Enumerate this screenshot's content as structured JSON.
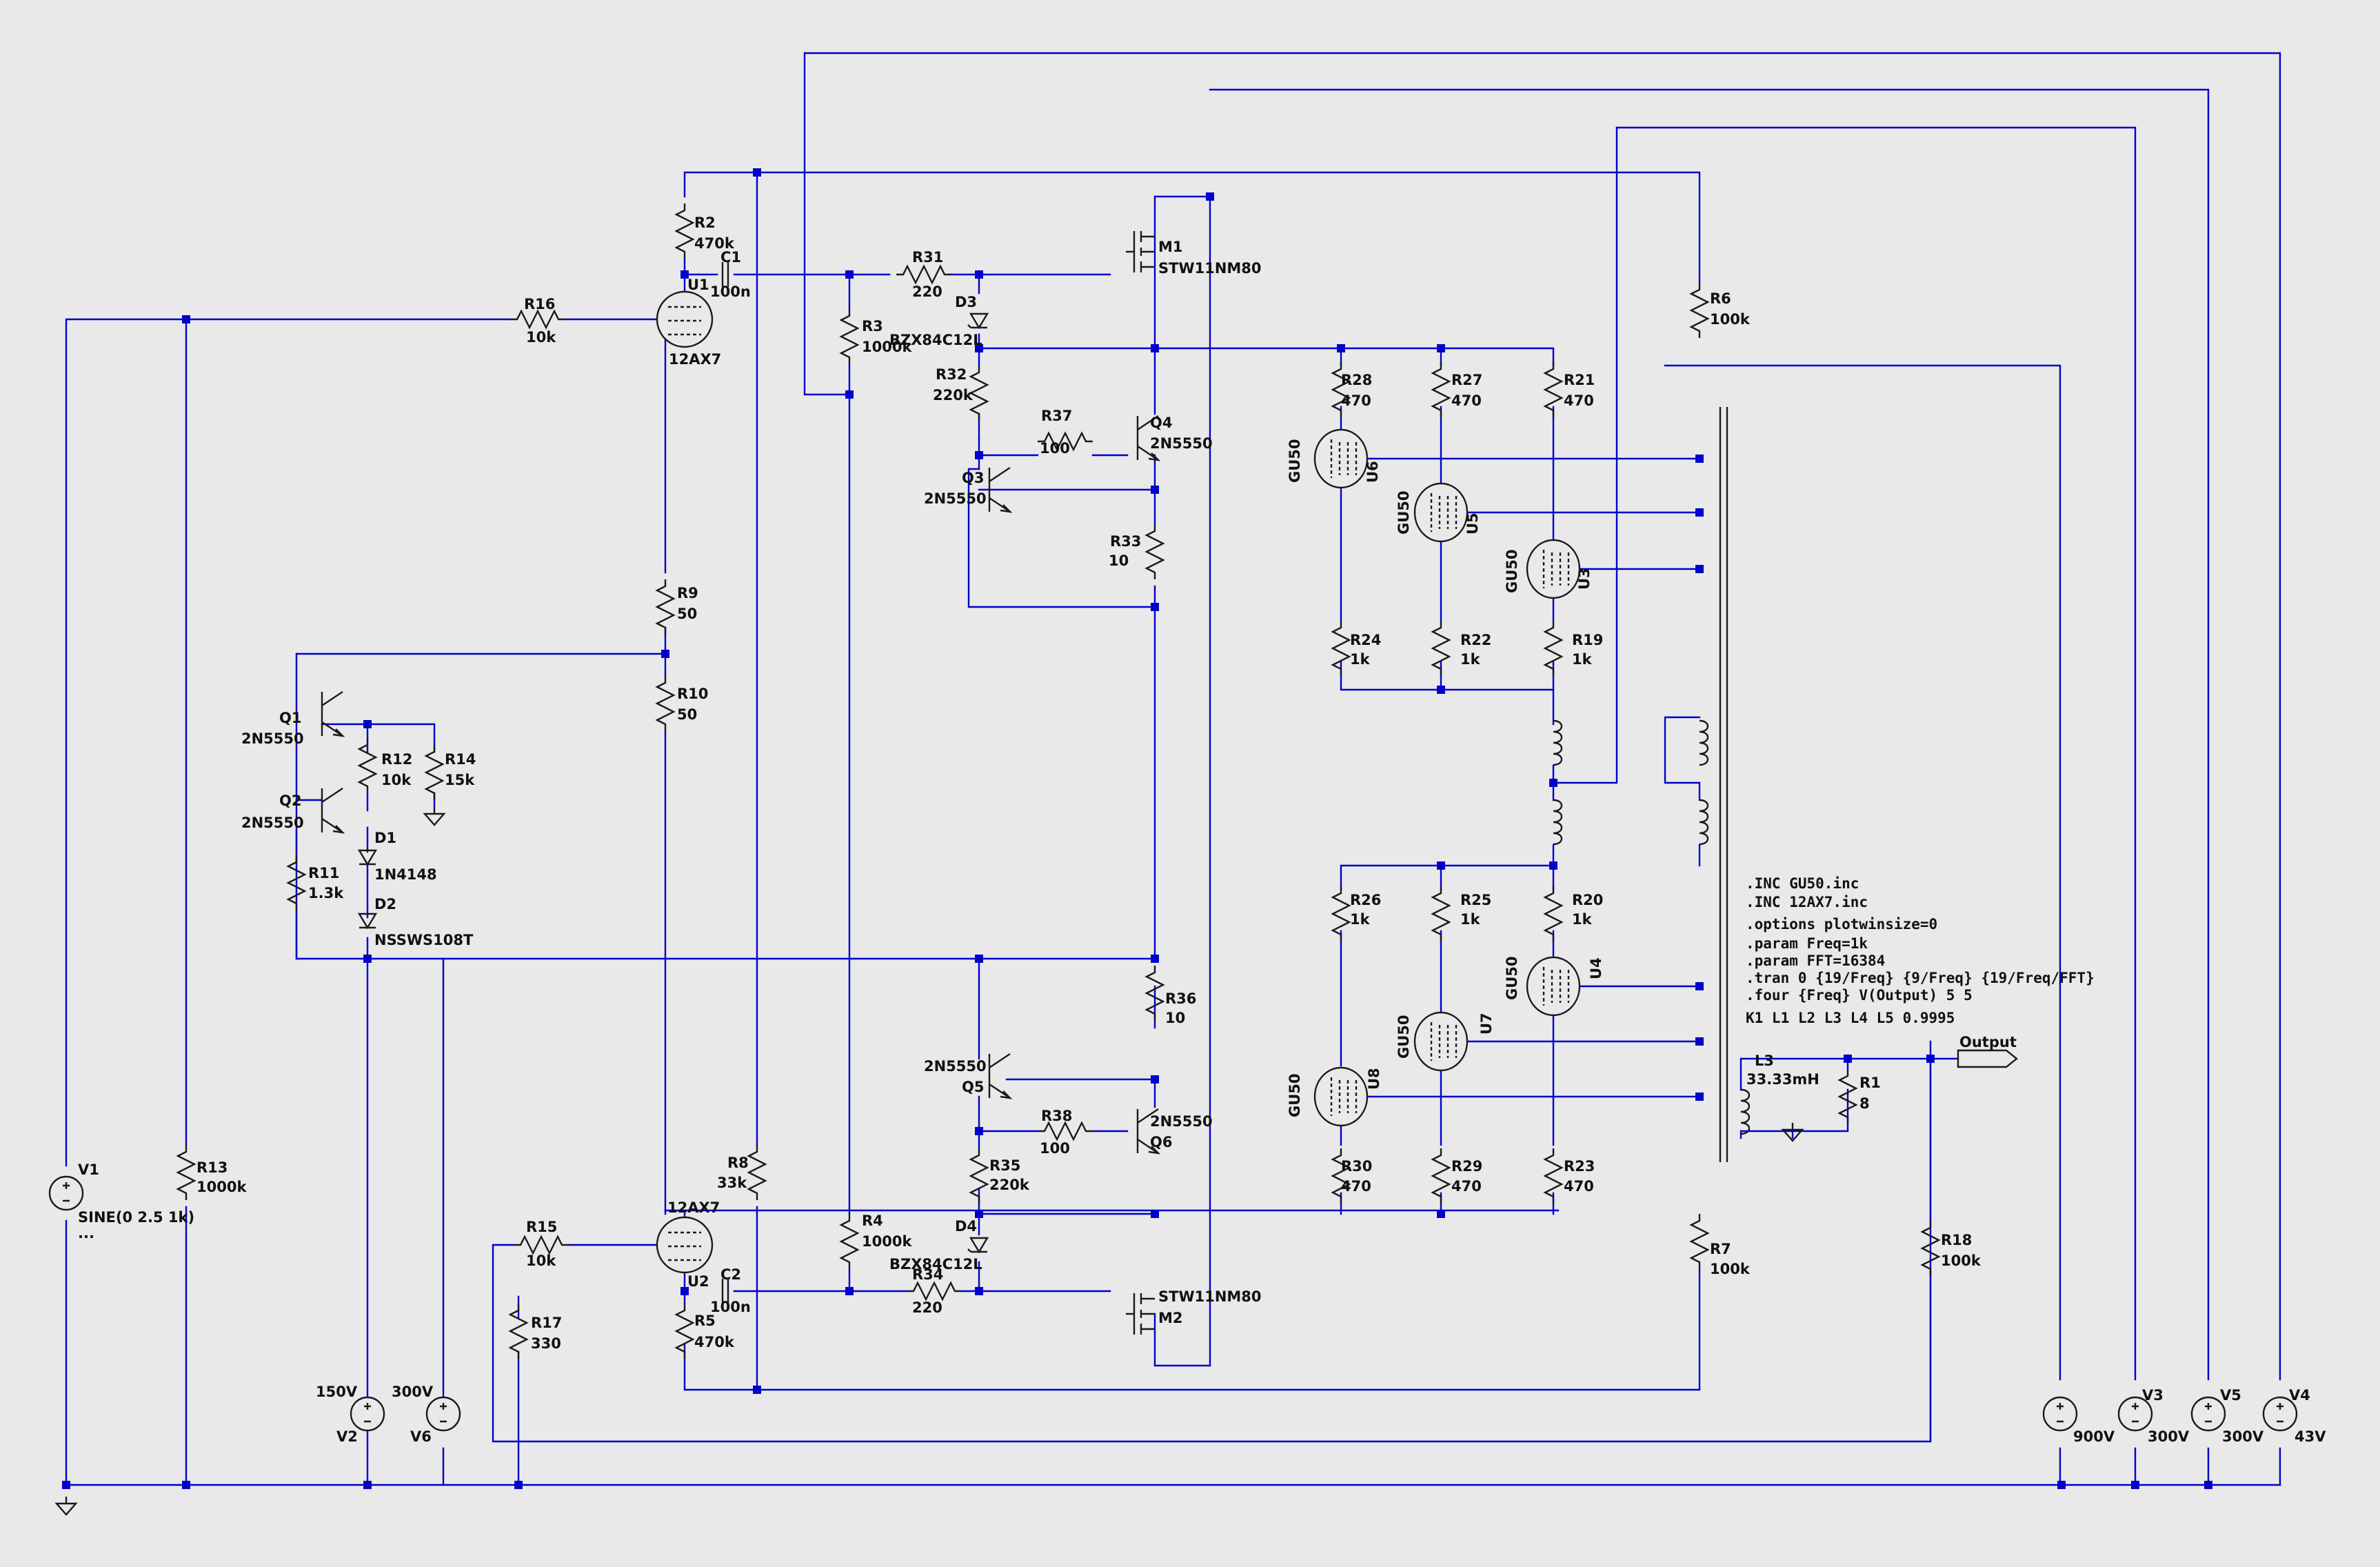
{
  "components": {
    "r2": {
      "ref": "R2",
      "val": "470k"
    },
    "r16": {
      "ref": "R16",
      "val": "10k"
    },
    "r13": {
      "ref": "R13",
      "val": "1000k"
    },
    "r9": {
      "ref": "R9",
      "val": "50"
    },
    "r10": {
      "ref": "R10",
      "val": "50"
    },
    "r12": {
      "ref": "R12",
      "val": "10k"
    },
    "r14": {
      "ref": "R14",
      "val": "15k"
    },
    "r11": {
      "ref": "R11",
      "val": "1.3k"
    },
    "r3": {
      "ref": "R3",
      "val": "1000k"
    },
    "r31": {
      "ref": "R31",
      "val": "220"
    },
    "r32": {
      "ref": "R32",
      "val": "220k"
    },
    "r37": {
      "ref": "R37",
      "val": "100"
    },
    "r33": {
      "ref": "R33",
      "val": "10"
    },
    "r36": {
      "ref": "R36",
      "val": "10"
    },
    "r38": {
      "ref": "R38",
      "val": "100"
    },
    "r35": {
      "ref": "R35",
      "val": "220k"
    },
    "r34": {
      "ref": "R34",
      "val": "220"
    },
    "r4": {
      "ref": "R4",
      "val": "1000k"
    },
    "r8": {
      "ref": "R8",
      "val": "33k"
    },
    "r5": {
      "ref": "R5",
      "val": "470k"
    },
    "r15": {
      "ref": "R15",
      "val": "10k"
    },
    "r17": {
      "ref": "R17",
      "val": "330"
    },
    "r6": {
      "ref": "R6",
      "val": "100k"
    },
    "r7": {
      "ref": "R7",
      "val": "100k"
    },
    "r18": {
      "ref": "R18",
      "val": "100k"
    },
    "r1": {
      "ref": "R1",
      "val": "8"
    },
    "r28": {
      "ref": "R28",
      "val": "470"
    },
    "r27": {
      "ref": "R27",
      "val": "470"
    },
    "r21": {
      "ref": "R21",
      "val": "470"
    },
    "r24": {
      "ref": "R24",
      "val": "1k"
    },
    "r22": {
      "ref": "R22",
      "val": "1k"
    },
    "r19": {
      "ref": "R19",
      "val": "1k"
    },
    "r26": {
      "ref": "R26",
      "val": "1k"
    },
    "r25": {
      "ref": "R25",
      "val": "1k"
    },
    "r20": {
      "ref": "R20",
      "val": "1k"
    },
    "r30": {
      "ref": "R30",
      "val": "470"
    },
    "r29": {
      "ref": "R29",
      "val": "470"
    },
    "r23": {
      "ref": "R23",
      "val": "470"
    },
    "c1": {
      "ref": "C1",
      "val": "100n"
    },
    "c2": {
      "ref": "C2",
      "val": "100n"
    },
    "d1": {
      "ref": "D1",
      "val": "1N4148"
    },
    "d2": {
      "ref": "D2",
      "val": "NSSWS108T"
    },
    "d3": {
      "ref": "D3",
      "val": "BZX84C12L"
    },
    "d4": {
      "ref": "D4",
      "val": "BZX84C12L"
    },
    "q1": {
      "ref": "Q1",
      "val": "2N5550"
    },
    "q2": {
      "ref": "Q2",
      "val": "2N5550"
    },
    "q3": {
      "ref": "Q3",
      "val": "2N5550"
    },
    "q4": {
      "ref": "Q4",
      "val": "2N5550"
    },
    "q5": {
      "ref": "Q5",
      "val": "2N5550"
    },
    "q6": {
      "ref": "Q6",
      "val": "2N5550"
    },
    "m1": {
      "ref": "M1",
      "val": "STW11NM80"
    },
    "m2": {
      "ref": "M2",
      "val": "STW11NM80"
    },
    "u1": {
      "ref": "U1",
      "val": "12AX7"
    },
    "u2": {
      "ref": "U2",
      "val": "12AX7"
    },
    "u3": {
      "ref": "U3",
      "val": "GU50"
    },
    "u4": {
      "ref": "U4",
      "val": "GU50"
    },
    "u5": {
      "ref": "U5",
      "val": "GU50"
    },
    "u6": {
      "ref": "U6",
      "val": "GU50"
    },
    "u7": {
      "ref": "U7",
      "val": "GU50"
    },
    "u8": {
      "ref": "U8",
      "val": "GU50"
    },
    "l3": {
      "ref": "L3",
      "val": "33.33mH"
    },
    "v1": {
      "ref": "V1",
      "val": "SINE(0 2.5 1k)",
      "extra": "..."
    },
    "v2": {
      "ref": "V2",
      "val": "150V"
    },
    "v6": {
      "ref": "V6",
      "val": "300V"
    },
    "v3": {
      "ref": "V3",
      "val": "300V"
    },
    "v5": {
      "ref": "V5",
      "val": "300V"
    },
    "v4": {
      "ref": "V4",
      "val": "43V"
    },
    "v900": {
      "ref": "",
      "val": "900V"
    }
  },
  "net_label": "Output",
  "directives": [
    ".INC GU50.inc",
    ".INC 12AX7.inc",
    ".options plotwinsize=0",
    ".param Freq=1k",
    ".param FFT=16384",
    ".tran 0 {19/Freq} {9/Freq} {19/Freq/FFT}",
    ".four {Freq} V(Output) 5 5",
    "K1 L1 L2 L3 L4 L5 0.9995"
  ],
  "colors": {
    "wire": "#0000cc",
    "symbol": "#1a1a1a",
    "background": "#e9e9e9"
  }
}
